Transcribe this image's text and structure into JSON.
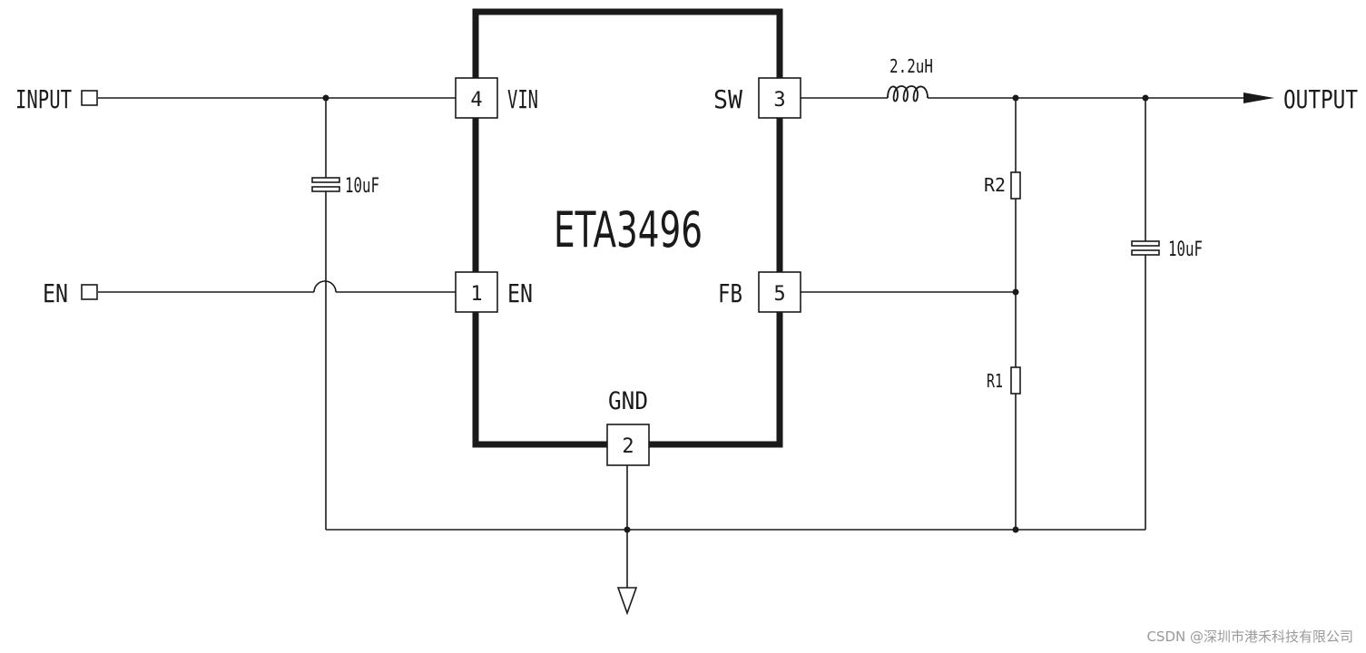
{
  "chip": {
    "name": "ETA3496",
    "pins": {
      "vin": {
        "number": "4",
        "label": "VIN"
      },
      "en": {
        "number": "1",
        "label": "EN"
      },
      "sw": {
        "number": "3",
        "label": "SW"
      },
      "fb": {
        "number": "5",
        "label": "FB"
      },
      "gnd": {
        "number": "2",
        "label": "GND"
      }
    }
  },
  "ports": {
    "input": "INPUT",
    "en": "EN",
    "output": "OUTPUT"
  },
  "components": {
    "inductor": "2.2uH",
    "cap_in": "10uF",
    "cap_out": "10uF",
    "r2": "R2",
    "r1": "R1"
  },
  "watermark": "CSDN @深圳市港禾科技有限公司"
}
